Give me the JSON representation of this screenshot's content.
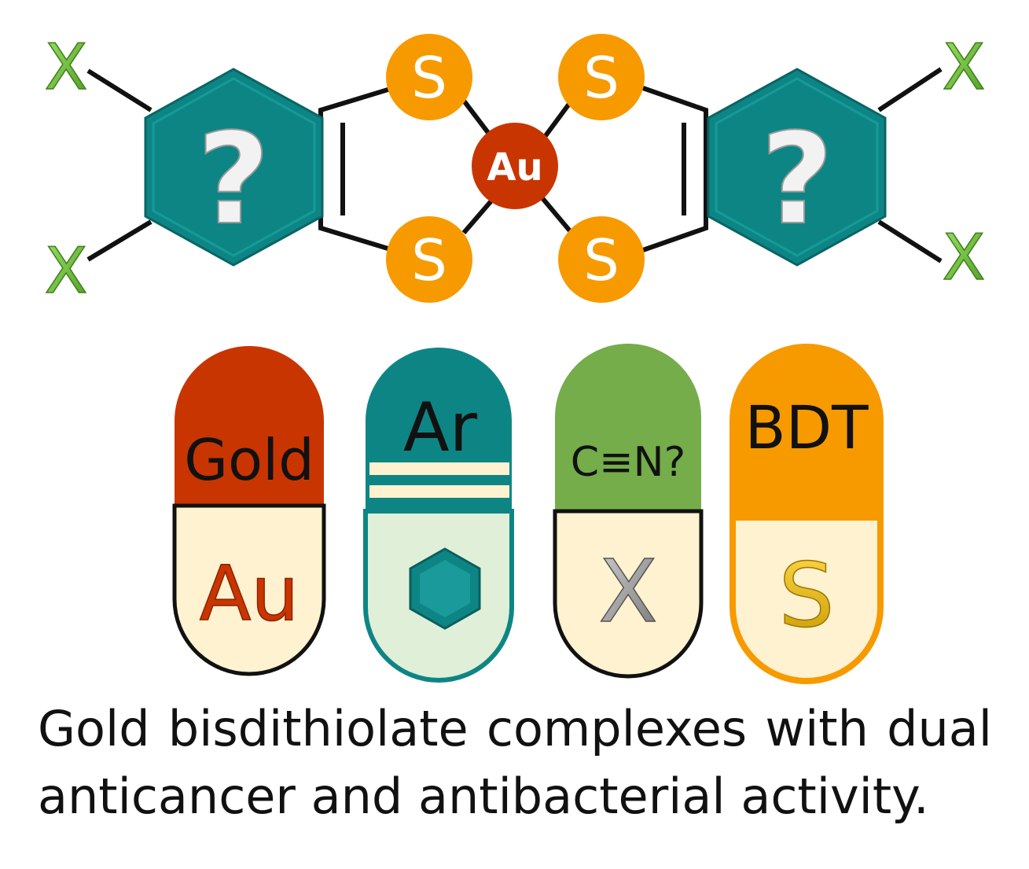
{
  "colors": {
    "gold_red": "#c93500",
    "teal": "#0e8585",
    "green": "#74ad4a",
    "orange": "#f79a00",
    "cream": "#fef2d0",
    "pale_green": "#e0efd8",
    "x_green": "#6fbe3c"
  },
  "molecule": {
    "metal": "Au",
    "sulfur": "S",
    "substituent": "X",
    "ring_label": "?"
  },
  "capsules": [
    {
      "top_label": "Gold",
      "bottom_label": "Au",
      "bottom_icon": "text"
    },
    {
      "top_label": "Ar",
      "bottom_label": "",
      "bottom_icon": "hexagon-icon"
    },
    {
      "top_label": "C≡N?",
      "bottom_label": "X",
      "bottom_icon": "text"
    },
    {
      "top_label": "BDT",
      "bottom_label": "S",
      "bottom_icon": "text"
    }
  ],
  "caption": {
    "line1": "Gold bisdithiolate complexes with dual",
    "line2": "anticancer and antibacterial activity."
  }
}
